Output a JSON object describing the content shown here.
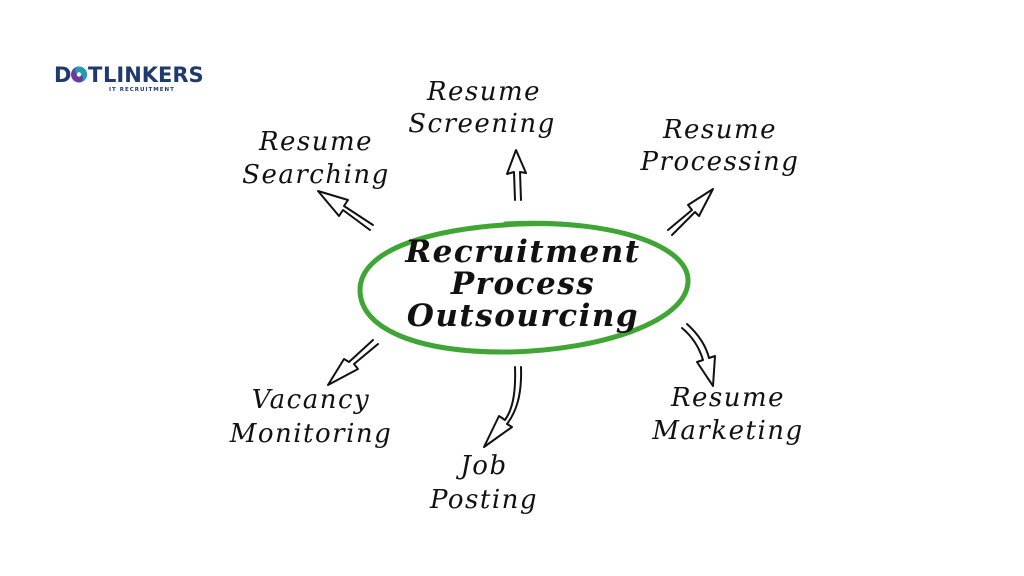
{
  "logo": {
    "name_part1": "D",
    "name_part2": "T",
    "name_part3": "LINKERS",
    "tagline": "IT RECRUITMENT",
    "colors": {
      "navy": "#1f3a6e",
      "accent_purple": "#6a3b9c",
      "accent_teal": "#1d9fb3"
    }
  },
  "center": {
    "lines": [
      "Recruitment",
      "Process",
      "Outsourcing"
    ],
    "ellipse_color": "#3fa535"
  },
  "nodes": [
    {
      "id": "resume-screening",
      "lines": [
        "Resume",
        "Screening"
      ]
    },
    {
      "id": "resume-searching",
      "lines": [
        "Resume",
        "Searching"
      ]
    },
    {
      "id": "resume-processing",
      "lines": [
        "Resume",
        "Processing"
      ]
    },
    {
      "id": "vacancy-monitoring",
      "lines": [
        "Vacancy",
        "Monitoring"
      ]
    },
    {
      "id": "job-posting",
      "lines": [
        "Job",
        "Posting"
      ]
    },
    {
      "id": "resume-marketing",
      "lines": [
        "Resume",
        "Marketing"
      ]
    }
  ]
}
